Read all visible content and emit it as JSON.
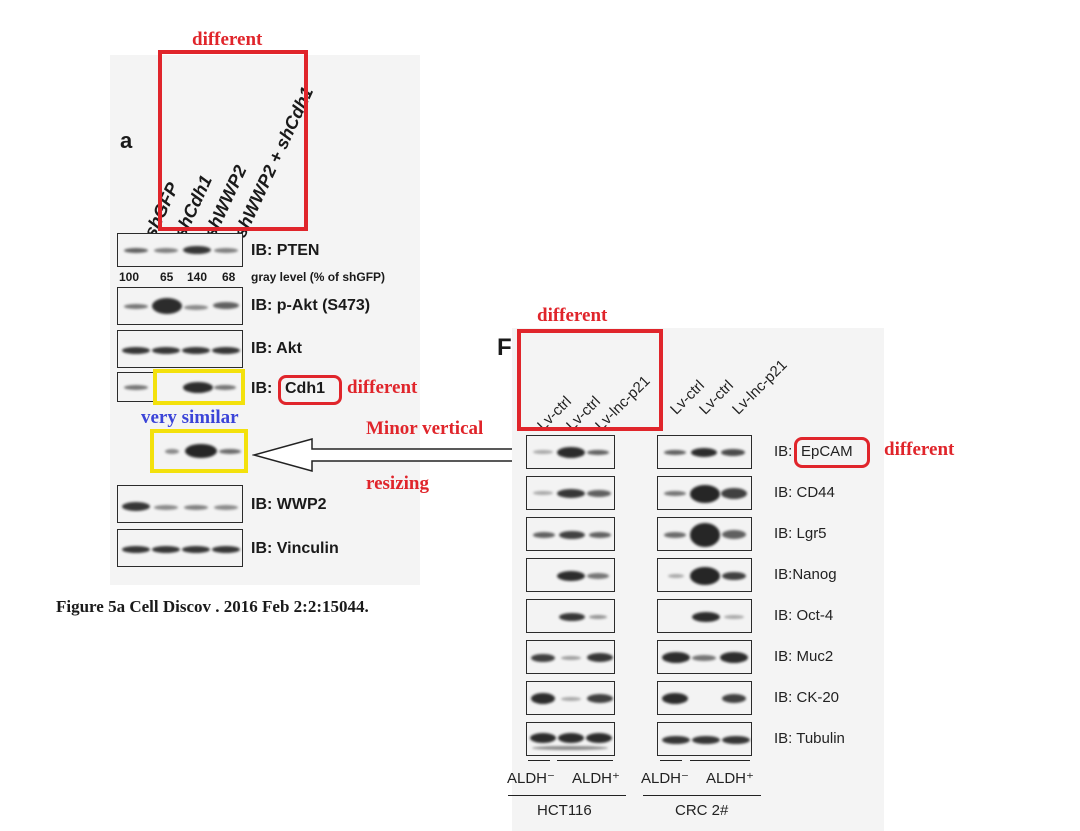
{
  "panel_a": {
    "letter": "a",
    "lanes": [
      "shGFP",
      "shCdh1",
      "shWWP2",
      "shWWP2 + shCdh1"
    ],
    "blots": [
      "IB: PTEN",
      "IB: p-Akt (S473)",
      "IB: Akt",
      "IB:",
      "IB: WWP2",
      "IB: Vinculin"
    ],
    "cdh1_label": "Cdh1",
    "gray_values": [
      "100",
      "65",
      "140",
      "68"
    ],
    "gray_caption": "gray level (% of shGFP)",
    "caption": "Figure 5a Cell Discov . 2016 Feb 2:2:15044."
  },
  "panel_f": {
    "letter": "F",
    "lanes_left": [
      "Lv-ctrl",
      "Lv-ctrl",
      "Lv-lnc-p21"
    ],
    "lanes_right": [
      "Lv-ctrl",
      "Lv-ctrl",
      "Lv-lnc-p21"
    ],
    "blots": [
      "IB:",
      "IB: CD44",
      "IB: Lgr5",
      "IB:Nanog",
      "IB: Oct-4",
      "IB: Muc2",
      "IB: CK-20",
      "IB: Tubulin"
    ],
    "epcam_label": "EpCAM",
    "groups_left": [
      "ALDH⁻",
      "ALDH⁺"
    ],
    "groups_right": [
      "ALDH⁻",
      "ALDH⁺"
    ],
    "cell_line_left": "HCT116",
    "cell_line_right": "CRC 2#"
  },
  "annotations": {
    "different_top": "different",
    "different_cdh1": "different",
    "very_similar": "very similar",
    "minor_vertical": "Minor vertical",
    "resizing": "resizing",
    "different_f": "different",
    "different_epcam": "different"
  },
  "colors": {
    "red": "#e0252b",
    "yellow": "#f3e10c",
    "blue": "#3b44d8"
  }
}
